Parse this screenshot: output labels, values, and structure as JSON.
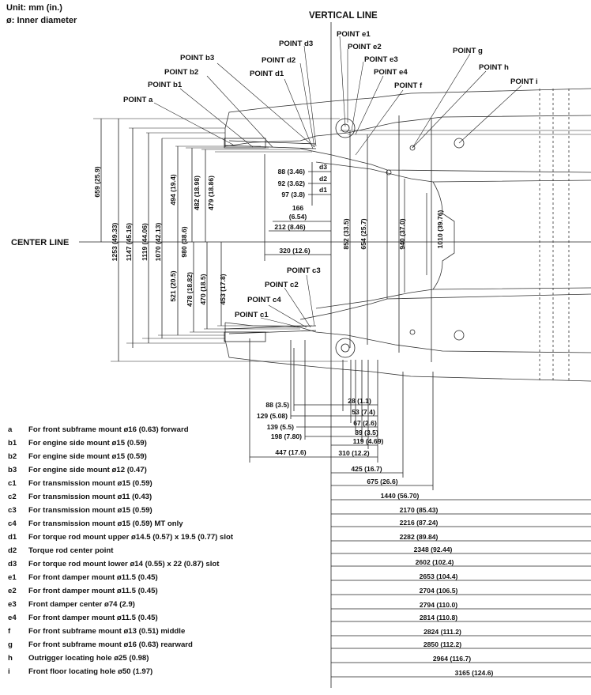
{
  "units": {
    "line1": "Unit: mm (in.)",
    "line2": "ø: Inner diameter"
  },
  "labels": {
    "vertical": "VERTICAL LINE",
    "center": "CENTER LINE"
  },
  "points": {
    "e1": "POINT e1",
    "d3": "POINT d3",
    "e2": "POINT e2",
    "d2": "POINT d2",
    "e3": "POINT e3",
    "b3": "POINT b3",
    "d1": "POINT d1",
    "e4": "POINT e4",
    "g": "POINT g",
    "h": "POINT h",
    "i": "POINT i",
    "b2": "POINT b2",
    "f": "POINT f",
    "b1": "POINT b1",
    "a": "POINT a",
    "c3": "POINT c3",
    "c2": "POINT c2",
    "c4": "POINT c4",
    "c1": "POINT c1"
  },
  "vertical_dims": {
    "v659": "659 (25.9)",
    "v1253": "1253 (49.33)",
    "v1147": "1147 (45.16)",
    "v1119": "1119 (44.06)",
    "v1070": "1070 (42.13)",
    "v494": "494 (19.4)",
    "v980": "980 (38.6)",
    "v482": "482 (18.98)",
    "v479": "479 (18.86)",
    "v521": "521 (20.5)",
    "v478": "478 (18.82)",
    "v470": "470 (18.5)",
    "v453": "453 (17.8)",
    "v852": "852 (33.5)",
    "v654": "654 (25.7)",
    "v940": "940 (37.0)",
    "v1010": "1010 (39.76)"
  },
  "upper_dims": {
    "h88": "88 (3.46)",
    "h92": "92 (3.62)",
    "h97": "97 (3.8)",
    "d3": "d3",
    "d2": "d2",
    "d1": "d1",
    "h166a": "166",
    "h166b": "(6.54)",
    "h212": "212 (8.46)",
    "h320": "320 (12.6)"
  },
  "lower_left_dims": [
    "88 (3.5)",
    "129 (5.08)",
    "139 (5.5)",
    "198 (7.80)",
    "447 (17.6)"
  ],
  "lower_right_dims": [
    "28 (1.1)",
    "53 (7.4)",
    "67 (2.6)",
    "89 (3.5)",
    "119 (4.69)",
    "310 (12.2)",
    "425 (16.7)",
    "675 (26.6)",
    "1440 (56.70)",
    "2170 (85.43)",
    "2216 (87.24)",
    "2282 (89.84)",
    "2348 (92.44)",
    "2602 (102.4)",
    "2653 (104.4)",
    "2704 (106.5)",
    "2794 (110.0)",
    "2814 (110.8)",
    "2824 (111.2)",
    "2850 (112.2)",
    "2964 (116.7)",
    "3165 (124.6)"
  ],
  "legend": [
    {
      "key": "a",
      "text": "For front subframe mount ø16 (0.63) forward"
    },
    {
      "key": "b1",
      "text": "For engine side mount ø15 (0.59)"
    },
    {
      "key": "b2",
      "text": "For engine side mount ø15 (0.59)"
    },
    {
      "key": "b3",
      "text": "For engine side mount ø12 (0.47)"
    },
    {
      "key": "c1",
      "text": "For transmission mount ø15 (0.59)"
    },
    {
      "key": "c2",
      "text": "For transmission mount ø11 (0.43)"
    },
    {
      "key": "c3",
      "text": "For transmission mount ø15 (0.59)"
    },
    {
      "key": "c4",
      "text": "For transmission mount ø15 (0.59) MT only"
    },
    {
      "key": "d1",
      "text": "For torque rod mount upper ø14.5 (0.57) x 19.5 (0.77) slot"
    },
    {
      "key": "d2",
      "text": "Torque rod center point"
    },
    {
      "key": "d3",
      "text": "For torque rod mount lower ø14 (0.55) x 22 (0.87) slot"
    },
    {
      "key": "e1",
      "text": "For front damper mount ø11.5 (0.45)"
    },
    {
      "key": "e2",
      "text": "For front damper mount ø11.5 (0.45)"
    },
    {
      "key": "e3",
      "text": "Front damper center ø74 (2.9)"
    },
    {
      "key": "e4",
      "text": "For front damper mount ø11.5 (0.45)"
    },
    {
      "key": "f",
      "text": "For front subframe mount ø13 (0.51) middle"
    },
    {
      "key": "g",
      "text": "For front subframe mount ø16 (0.63) rearward"
    },
    {
      "key": "h",
      "text": "Outrigger locating hole ø25 (0.98)"
    },
    {
      "key": "i",
      "text": "Front floor locating hole ø50 (1.97)"
    }
  ]
}
